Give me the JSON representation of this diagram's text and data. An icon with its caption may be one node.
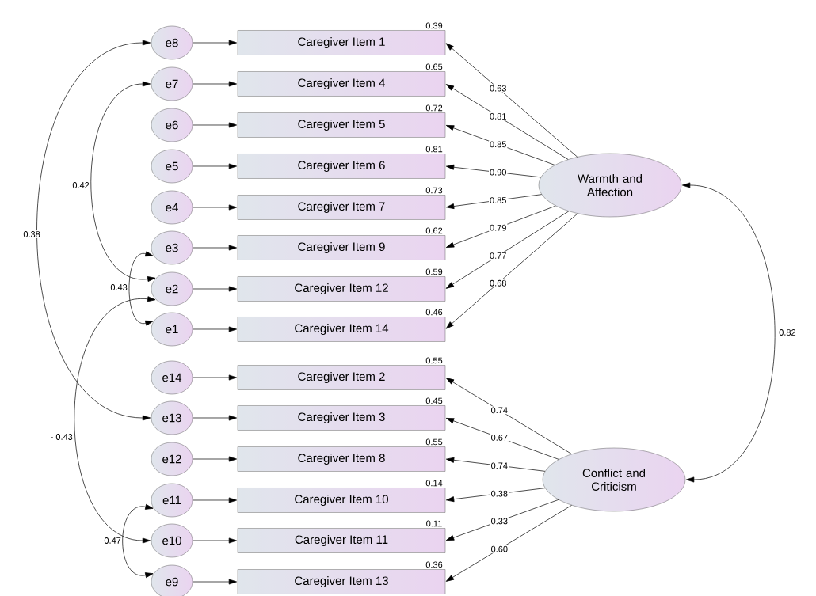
{
  "diagram": {
    "nodes": [
      {
        "text": [
          "e8"
        ]
      },
      {
        "text": [
          "e7"
        ]
      },
      {
        "text": [
          "e6"
        ]
      },
      {
        "text": [
          "e5"
        ]
      },
      {
        "text": [
          "e4"
        ]
      },
      {
        "text": [
          "e3"
        ]
      },
      {
        "text": [
          "e2"
        ]
      },
      {
        "text": [
          "e1"
        ]
      },
      {
        "text": [
          "e14"
        ]
      },
      {
        "text": [
          "e13"
        ]
      },
      {
        "text": [
          "e12"
        ]
      },
      {
        "text": [
          "e11"
        ]
      },
      {
        "text": [
          "e10"
        ]
      },
      {
        "text": [
          "e9"
        ]
      },
      {
        "text": [
          "Caregiver Item 1"
        ],
        "beside": [
          "0.39"
        ]
      },
      {
        "text": [
          "Caregiver Item 4"
        ],
        "beside": [
          "0.65"
        ]
      },
      {
        "text": [
          "Caregiver Item 5"
        ],
        "beside": [
          "0.72"
        ]
      },
      {
        "text": [
          "Caregiver Item 6"
        ],
        "beside": [
          "0.81"
        ]
      },
      {
        "text": [
          "Caregiver Item 7"
        ],
        "beside": [
          "0.73"
        ]
      },
      {
        "text": [
          "Caregiver Item 9"
        ],
        "beside": [
          "0.62"
        ]
      },
      {
        "text": [
          "Caregiver Item 12"
        ],
        "beside": [
          "0.59"
        ]
      },
      {
        "text": [
          "Caregiver Item 14"
        ],
        "beside": [
          "0.46"
        ]
      },
      {
        "text": [
          "Caregiver Item 2"
        ],
        "beside": [
          "0.55"
        ]
      },
      {
        "text": [
          "Caregiver Item 3"
        ],
        "beside": [
          "0.45"
        ]
      },
      {
        "text": [
          "Caregiver Item 8"
        ],
        "beside": [
          "0.55"
        ]
      },
      {
        "text": [
          "Caregiver Item 10"
        ],
        "beside": [
          "0.14"
        ]
      },
      {
        "text": [
          "Caregiver Item 11"
        ],
        "beside": [
          "0.11"
        ]
      },
      {
        "text": [
          "Caregiver Item 13"
        ],
        "beside": [
          "0.36"
        ]
      },
      {
        "text": [
          "Warmth and Affection"
        ]
      },
      {
        "text": [
          "Conflict and Criticism"
        ]
      }
    ],
    "edges": [
      {
        "from": 0,
        "to": 14,
        "arrow": "to"
      },
      {
        "from": 1,
        "to": 15,
        "arrow": "to"
      },
      {
        "from": 2,
        "to": 16,
        "arrow": "to"
      },
      {
        "from": 3,
        "to": 17,
        "arrow": "to"
      },
      {
        "from": 4,
        "to": 18,
        "arrow": "to"
      },
      {
        "from": 5,
        "to": 19,
        "arrow": "to"
      },
      {
        "from": 6,
        "to": 20,
        "arrow": "to"
      },
      {
        "from": 7,
        "to": 21,
        "arrow": "to"
      },
      {
        "from": 8,
        "to": 22,
        "arrow": "to"
      },
      {
        "from": 9,
        "to": 23,
        "arrow": "to"
      },
      {
        "from": 10,
        "to": 24,
        "arrow": "to"
      },
      {
        "from": 11,
        "to": 25,
        "arrow": "to"
      },
      {
        "from": 12,
        "to": 26,
        "arrow": "to"
      },
      {
        "from": 13,
        "to": 27,
        "arrow": "to"
      },
      {
        "from": 28,
        "to": 14,
        "arrow": "to",
        "label": "0.63"
      },
      {
        "from": 28,
        "to": 15,
        "arrow": "to",
        "label": "0.81"
      },
      {
        "from": 28,
        "to": 16,
        "arrow": "to",
        "label": "0.85"
      },
      {
        "from": 28,
        "to": 17,
        "arrow": "to",
        "label": "0.90"
      },
      {
        "from": 28,
        "to": 18,
        "arrow": "to",
        "label": "0.85"
      },
      {
        "from": 28,
        "to": 19,
        "arrow": "to",
        "label": "0.79"
      },
      {
        "from": 28,
        "to": 20,
        "arrow": "to",
        "label": "0.77"
      },
      {
        "from": 28,
        "to": 21,
        "arrow": "to",
        "label": "0.68"
      },
      {
        "from": 29,
        "to": 22,
        "arrow": "to",
        "label": "0.74"
      },
      {
        "from": 29,
        "to": 23,
        "arrow": "to",
        "label": "0.67"
      },
      {
        "from": 29,
        "to": 24,
        "arrow": "to",
        "label": "0.74"
      },
      {
        "from": 29,
        "to": 25,
        "arrow": "to",
        "label": "0.38"
      },
      {
        "from": 29,
        "to": 26,
        "arrow": "to",
        "label": "0.33"
      },
      {
        "from": 29,
        "to": 27,
        "arrow": "to",
        "label": "0.60"
      },
      {
        "from": 0,
        "to": 9,
        "arrow": "both",
        "label": "0.38"
      },
      {
        "from": 1,
        "to": 6,
        "arrow": "both",
        "label": "0.42"
      },
      {
        "from": 5,
        "to": 7,
        "arrow": "both",
        "label": "0.43"
      },
      {
        "from": 6,
        "to": 12,
        "arrow": "both",
        "label": "- 0.43"
      },
      {
        "from": 11,
        "to": 13,
        "arrow": "both",
        "label": "0.47"
      },
      {
        "from": 28,
        "to": 29,
        "arrow": "both",
        "label": "0.82"
      }
    ]
  }
}
